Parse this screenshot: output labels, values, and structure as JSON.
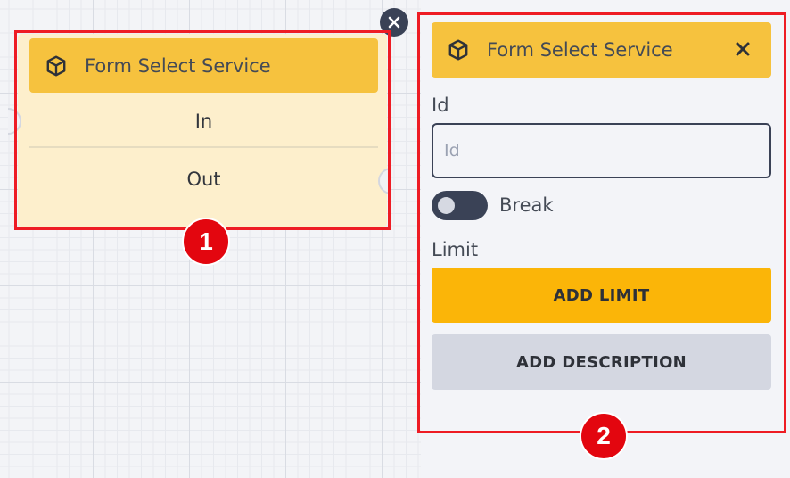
{
  "node": {
    "title": "Form Select Service",
    "icon": "cube-icon",
    "ports": {
      "in": "In",
      "out": "Out"
    }
  },
  "panel": {
    "title": "Form Select Service",
    "icon": "cube-icon",
    "close_icon": "close-icon",
    "fields": {
      "id_label": "Id",
      "id_placeholder": "Id",
      "id_value": "",
      "break_label": "Break",
      "break_enabled": false,
      "limit_label": "Limit"
    },
    "buttons": {
      "add_limit": "ADD LIMIT",
      "add_description": "ADD DESCRIPTION"
    }
  },
  "annotations": {
    "badge_1": "1",
    "badge_2": "2"
  },
  "colors": {
    "header_yellow": "#f6c23e",
    "node_body": "#fdefcc",
    "primary_button": "#fbb508",
    "secondary_button": "#d4d7e1",
    "dark": "#3a4256",
    "annotation_red": "#ee1c24"
  }
}
